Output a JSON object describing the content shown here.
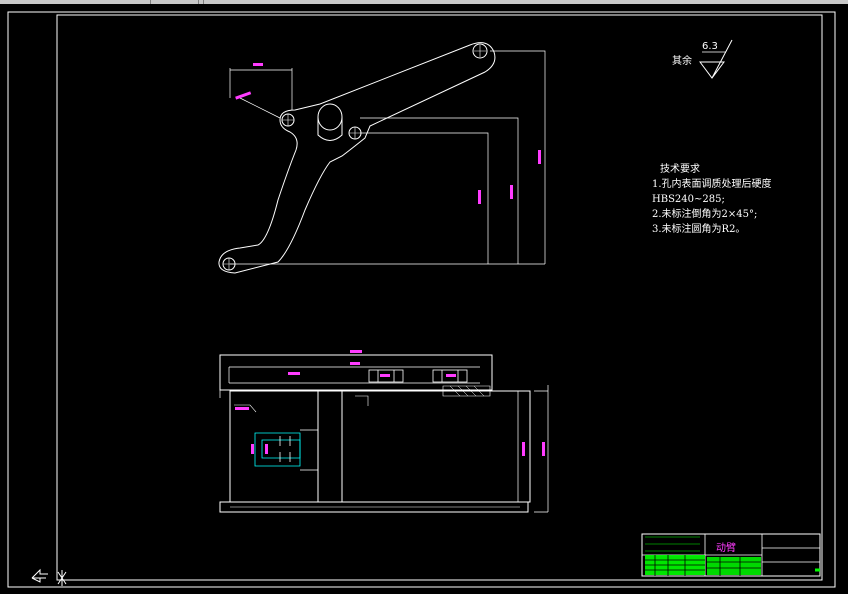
{
  "surface_roughness": {
    "label": "其余",
    "value": "6.3"
  },
  "technical_requirements": {
    "heading": "技术要求",
    "lines": [
      "1.孔内表面调质处理后硬度",
      "HBS240~285;",
      "2.未标注倒角为2×45°;",
      "3.未标注圆角为R2。"
    ]
  },
  "title_block": {
    "part_name": "动臂"
  },
  "colors": {
    "background": "#000000",
    "lines": "#ffffff",
    "dimensions": "#00ff00",
    "hidden": "#00ffff",
    "title": "#ff3cff"
  },
  "icons": [
    "ucs-arrow-icon",
    "ucs-cross-icon"
  ]
}
